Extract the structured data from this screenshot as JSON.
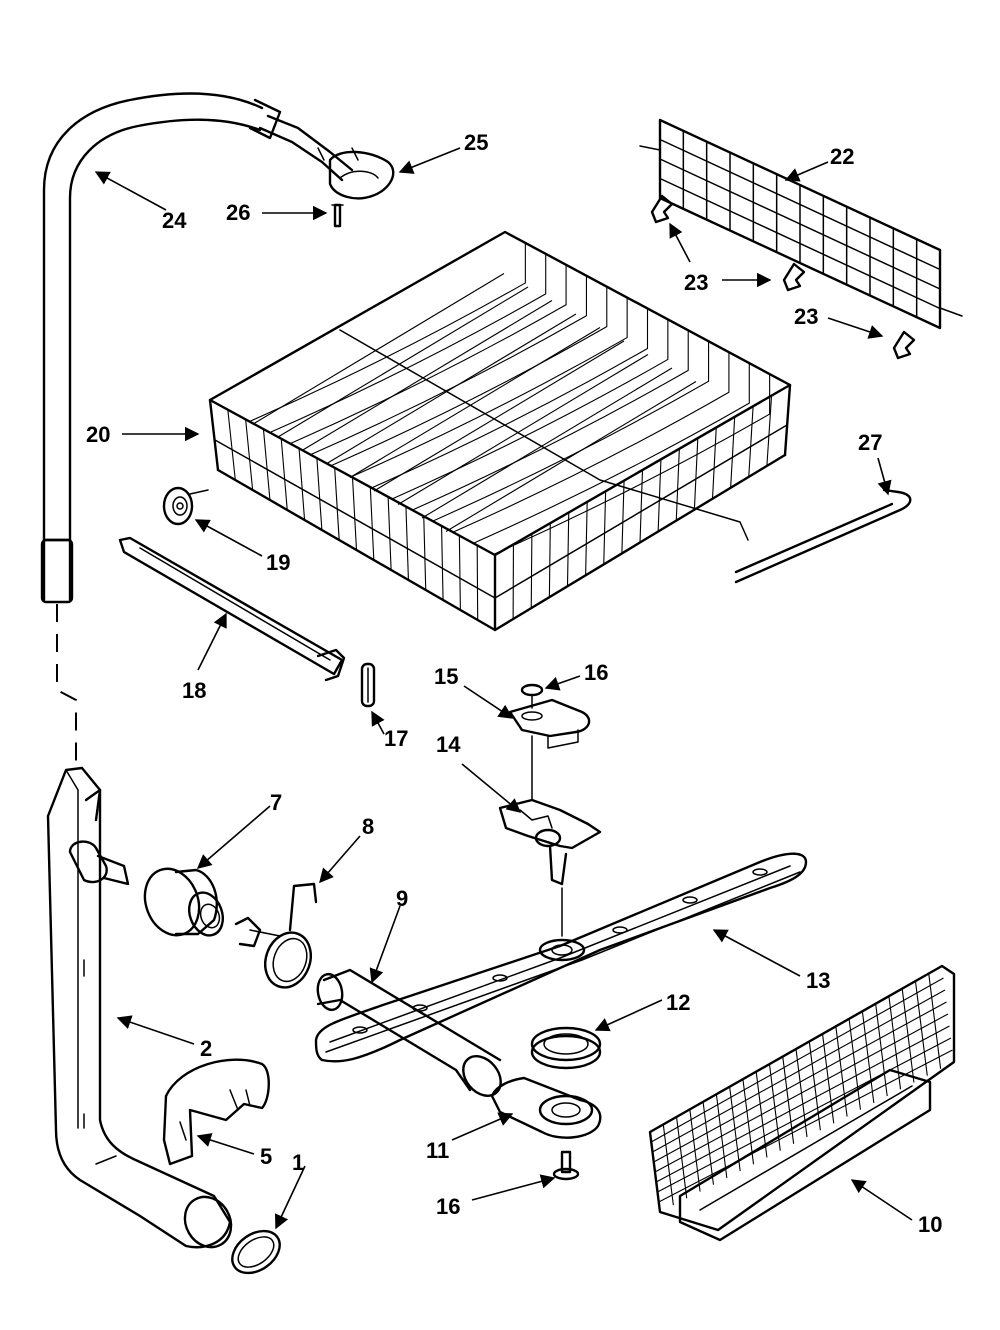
{
  "callouts": [
    {
      "id": "c1",
      "text": "1"
    },
    {
      "id": "c2",
      "text": "2"
    },
    {
      "id": "c5",
      "text": "5"
    },
    {
      "id": "c7",
      "text": "7"
    },
    {
      "id": "c8",
      "text": "8"
    },
    {
      "id": "c9",
      "text": "9"
    },
    {
      "id": "c10",
      "text": "10"
    },
    {
      "id": "c11",
      "text": "11"
    },
    {
      "id": "c12",
      "text": "12"
    },
    {
      "id": "c13",
      "text": "13"
    },
    {
      "id": "c14",
      "text": "14"
    },
    {
      "id": "c15",
      "text": "15"
    },
    {
      "id": "c16a",
      "text": "16"
    },
    {
      "id": "c16b",
      "text": "16"
    },
    {
      "id": "c17",
      "text": "17"
    },
    {
      "id": "c18",
      "text": "18"
    },
    {
      "id": "c19",
      "text": "19"
    },
    {
      "id": "c20",
      "text": "20"
    },
    {
      "id": "c22",
      "text": "22"
    },
    {
      "id": "c23a",
      "text": "23"
    },
    {
      "id": "c23b",
      "text": "23"
    },
    {
      "id": "c24",
      "text": "24"
    },
    {
      "id": "c25",
      "text": "25"
    },
    {
      "id": "c26",
      "text": "26"
    },
    {
      "id": "c27",
      "text": "27"
    }
  ],
  "colors": {
    "ink": "#000000",
    "paper": "#ffffff"
  }
}
